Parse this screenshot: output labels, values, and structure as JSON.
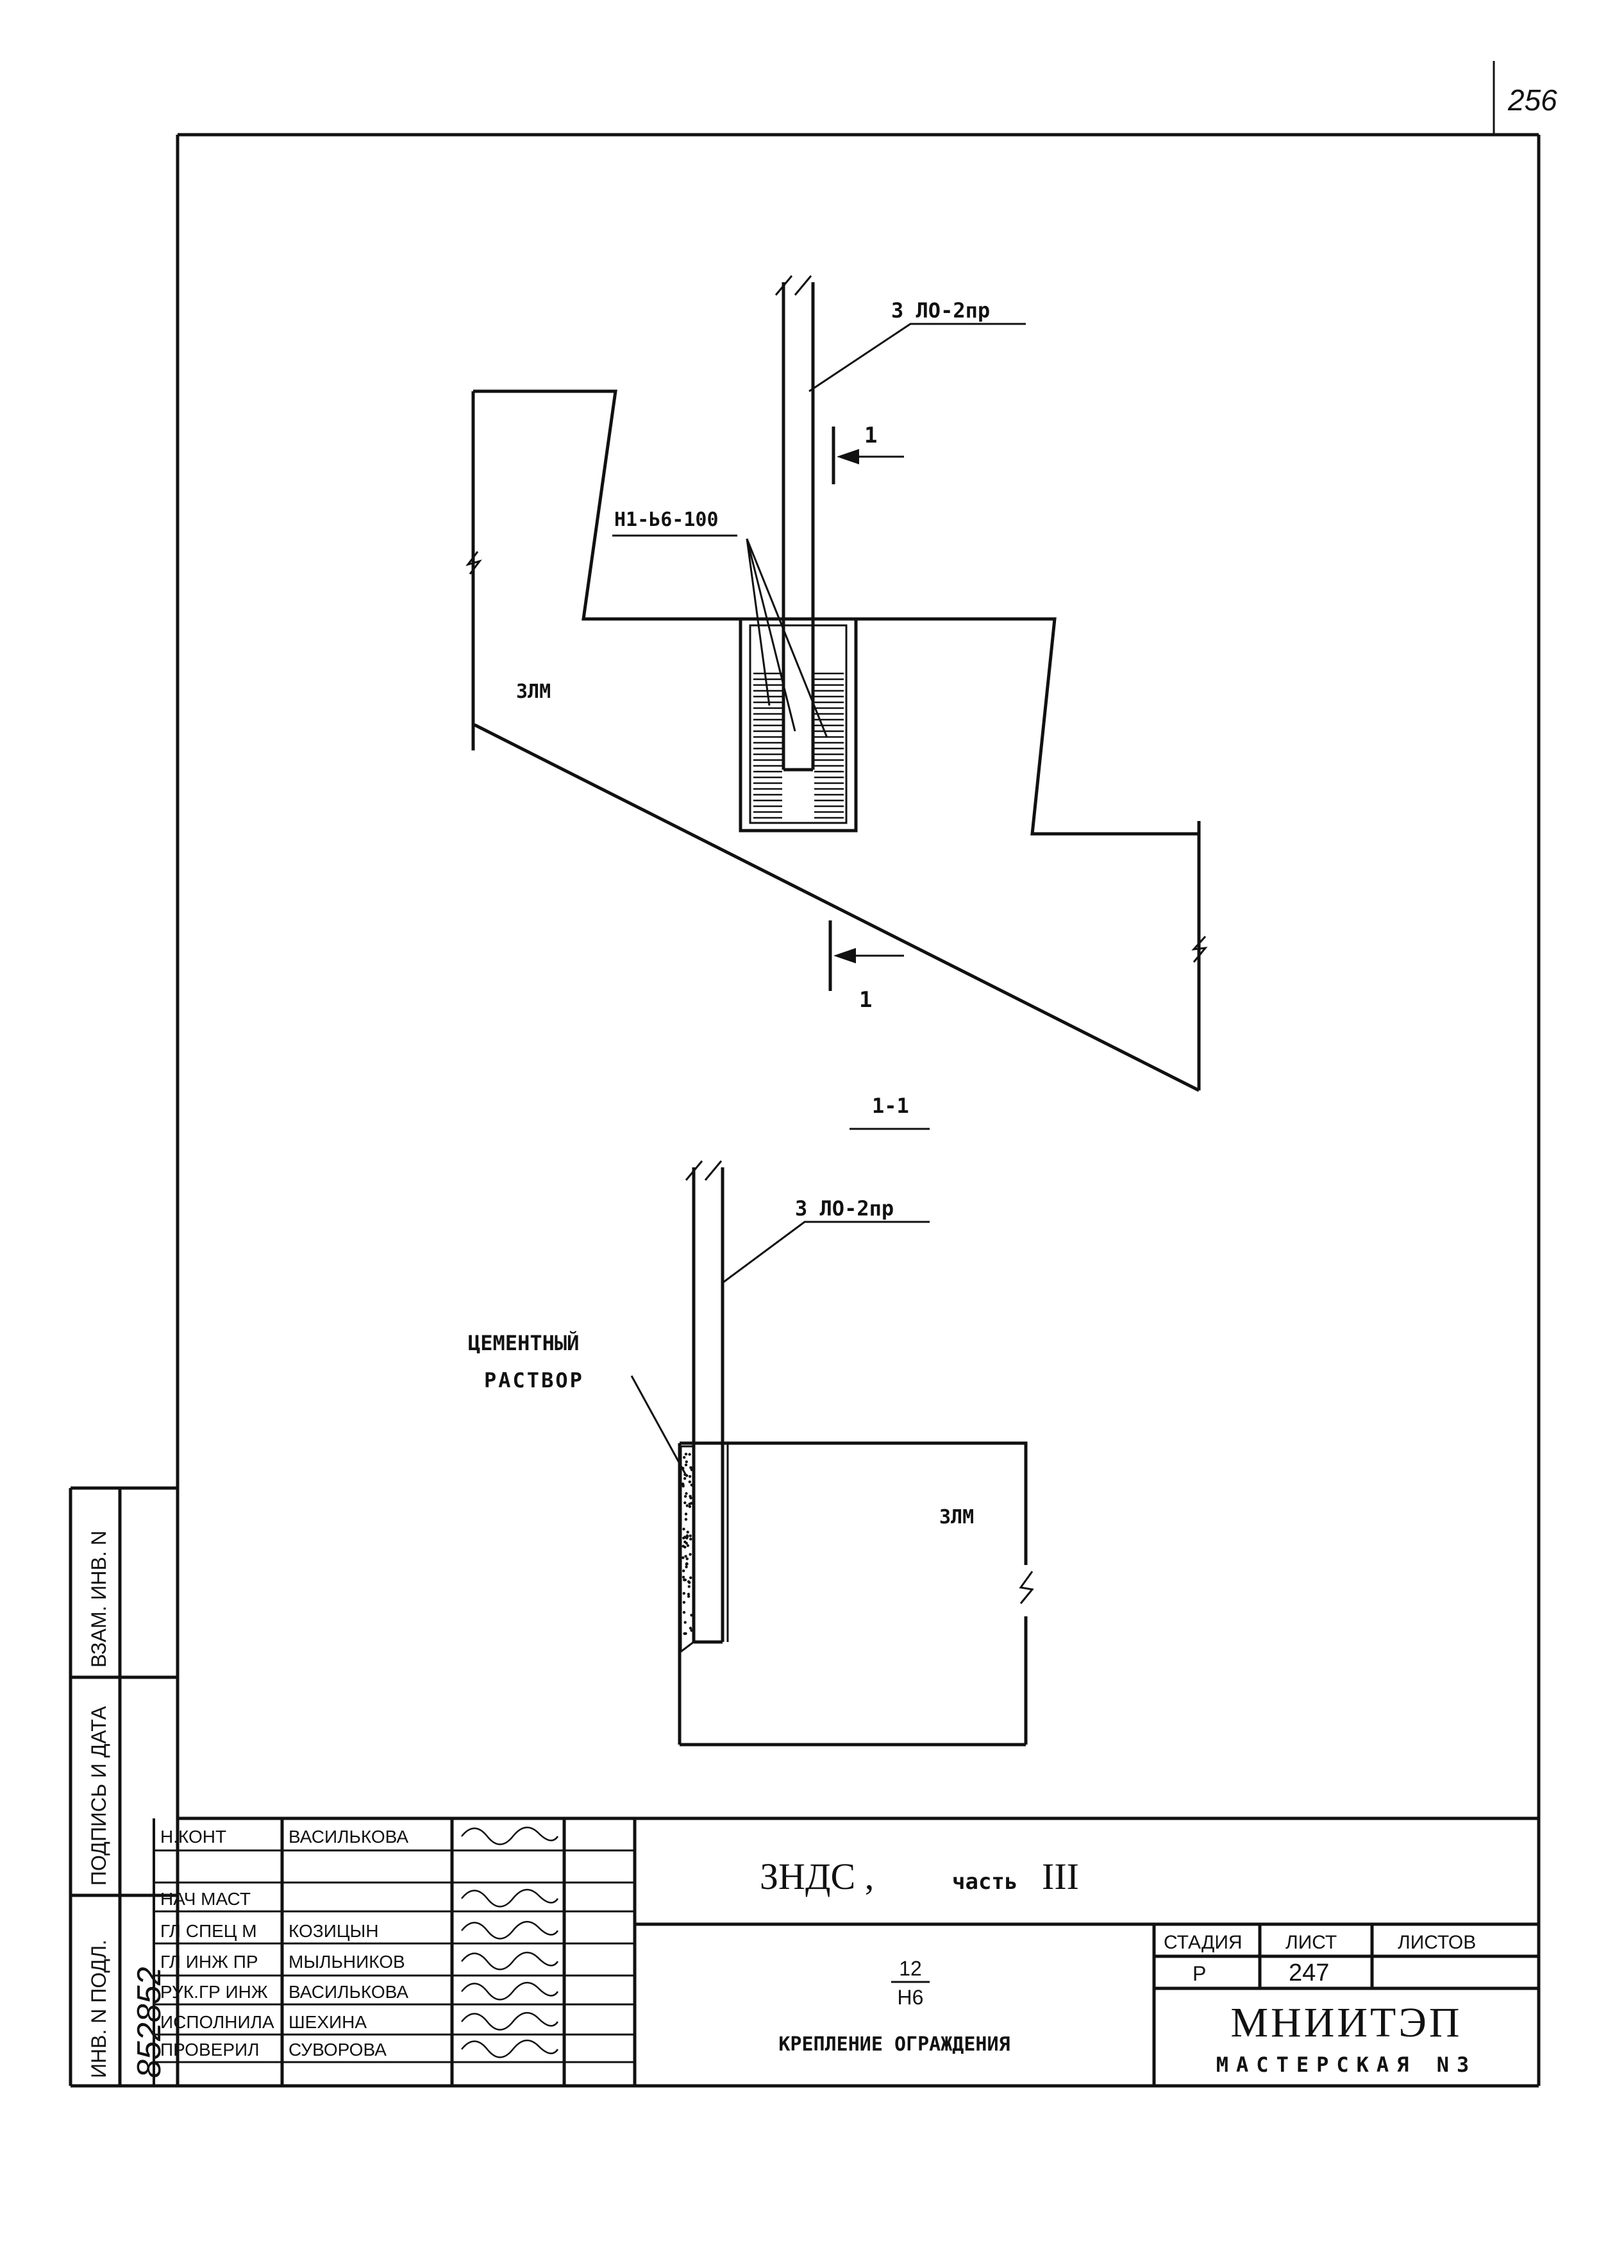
{
  "page_number": "256",
  "drawing": {
    "rail_label_top": "3 ЛО-2пр",
    "hatch_label": "Н1-Ь6-100",
    "section_mark": "1",
    "fill_label_top": "ЗЛМ",
    "section_title": "1-1",
    "rail_label_section": "3 ЛО-2пр",
    "mortar_label_line1": "ЦЕМЕНТНЫЙ",
    "mortar_label_line2": "РАСТВОР",
    "fill_label_section": "ЗЛМ"
  },
  "side_stamp": {
    "inv_orig": "ИНВ. N ПОДЛ.",
    "sign_date": "ПОДПИСЬ И ДАТА",
    "vzam_inv": "ВЗАМ. ИНВ. N",
    "handwritten_number": "852852"
  },
  "title_block": {
    "rows": [
      {
        "role": "Н.КОНТ",
        "name": "ВАСИЛЬКОВА"
      },
      {
        "role": "",
        "name": ""
      },
      {
        "role": "НАЧ МАСТ",
        "name": ""
      },
      {
        "role": "ГЛ СПЕЦ М",
        "name": "КОЗИЦЫН"
      },
      {
        "role": "ГЛ ИНЖ ПР",
        "name": "МЫЛЬНИКОВ"
      },
      {
        "role": "РУК.ГР ИНЖ",
        "name": "ВАСИЛЬКОВА"
      },
      {
        "role": "ИСПОЛНИЛА",
        "name": "ШЕХИНА"
      },
      {
        "role": "ПРОВЕРИЛ",
        "name": "СУВОРОВА"
      }
    ],
    "project": "ЗНДС ,",
    "project_part_word": "часть",
    "project_part_num": "III",
    "doc_num_top": "12",
    "doc_num_bottom": "Н6",
    "doc_title": "КРЕПЛЕНИЕ ОГРАЖДЕНИЯ",
    "stage_header": "СТАДИЯ",
    "sheet_header": "ЛИСТ",
    "sheets_header": "ЛИСТОВ",
    "stage_value": "Р",
    "sheet_value": "247",
    "sheets_value": "",
    "org_name": "МНИИТЭП",
    "org_sub": "МАСТЕРСКАЯ N3"
  }
}
